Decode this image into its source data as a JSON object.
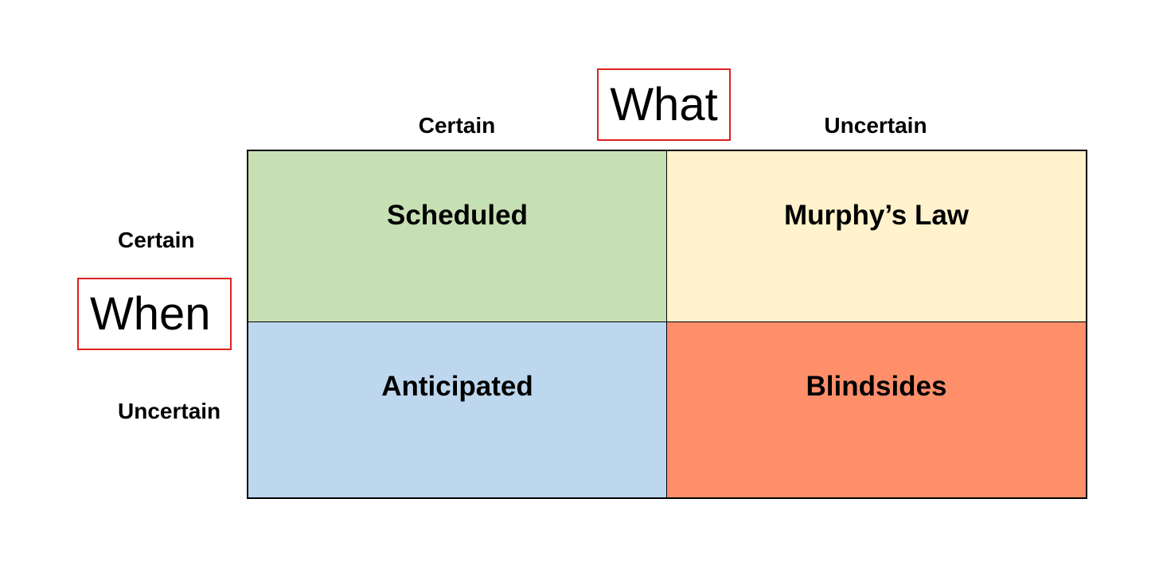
{
  "axes": {
    "what": {
      "title": "What",
      "labels": [
        "Certain",
        "Uncertain"
      ]
    },
    "when": {
      "title": "When",
      "labels": [
        "Certain",
        "Uncertain"
      ]
    }
  },
  "quadrants": [
    {
      "label": "Scheduled",
      "color": "#c6e0b4"
    },
    {
      "label": "Murphy’s Law",
      "color": "#fff2cc"
    },
    {
      "label": "Anticipated",
      "color": "#bdd7ee"
    },
    {
      "label": "Blindsides",
      "color": "#ff8f6b"
    }
  ],
  "colors": {
    "title_box_border": "#e02020",
    "grid_lines": "#000000"
  }
}
